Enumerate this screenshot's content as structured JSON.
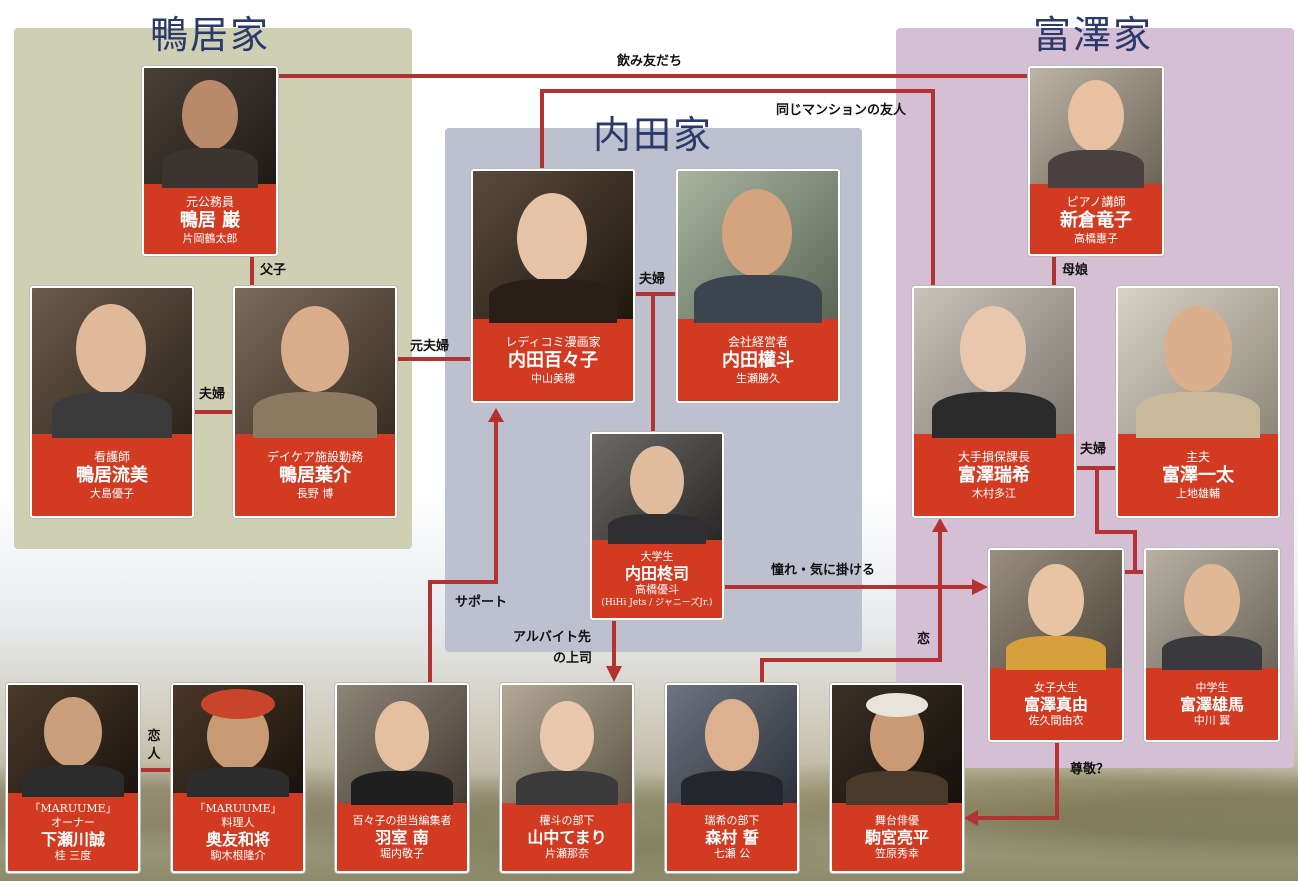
{
  "families": {
    "kamoi": {
      "title": "鴨居家",
      "color": "#cfcfb4"
    },
    "uchida": {
      "title": "内田家",
      "color": "#bcc0cf"
    },
    "tomizawa": {
      "title": "富澤家",
      "color": "#d4bfd4"
    }
  },
  "characters": {
    "iwao": {
      "role": "元公務員",
      "name": "鴨居 巌",
      "actor": "片岡鶴太郎"
    },
    "rumi": {
      "role": "看護師",
      "name": "鴨居流美",
      "actor": "大島優子"
    },
    "yosuke": {
      "role": "デイケア施設勤務",
      "name": "鴨居葉介",
      "actor": "長野 博"
    },
    "momoko": {
      "role": "レディコミ漫画家",
      "name": "内田百々子",
      "actor": "中山美穂"
    },
    "kento": {
      "role": "会社経営者",
      "name": "内田權斗",
      "actor": "生瀬勝久"
    },
    "shuji": {
      "role": "大学生",
      "name": "内田柊司",
      "actor": "高橋優斗",
      "actor_note": "(HiHi Jets / ジャニーズJr.)"
    },
    "ryuko": {
      "role": "ピアノ講師",
      "name": "新倉竜子",
      "actor": "高橋惠子"
    },
    "mizuki": {
      "role": "大手損保課長",
      "name": "富澤瑞希",
      "actor": "木村多江"
    },
    "ichita": {
      "role": "主夫",
      "name": "富澤一太",
      "actor": "上地雄輔"
    },
    "mayu": {
      "role": "女子大生",
      "name": "富澤真由",
      "actor": "佐久間由衣"
    },
    "yuma": {
      "role": "中学生",
      "name": "富澤雄馬",
      "actor": "中川 翼"
    },
    "shimosegawa": {
      "role": "「MARUUME」",
      "role2": "オーナー",
      "name": "下瀬川誠",
      "actor": "桂 三度"
    },
    "okutomo": {
      "role": "「MARUUME」",
      "role2": "料理人",
      "name": "奥友和将",
      "actor": "駒木根隆介"
    },
    "hamuro": {
      "role": "百々子の担当編集者",
      "name": "羽室 南",
      "actor": "堀内敬子"
    },
    "yamanaka": {
      "role": "權斗の部下",
      "name": "山中てまり",
      "actor": "片瀬那奈"
    },
    "morimura": {
      "role": "瑞希の部下",
      "name": "森村 誓",
      "actor": "七瀬 公"
    },
    "komamiya": {
      "role": "舞台俳優",
      "name": "駒宮亮平",
      "actor": "笠原秀幸"
    }
  },
  "relations": {
    "drinking_friends": "飲み友だち",
    "same_mansion": "同じマンションの友人",
    "father_son": "父子",
    "couple1": "夫婦",
    "ex_couple": "元夫婦",
    "couple2": "夫婦",
    "mother_daughter": "母娘",
    "couple3": "夫婦",
    "admire": "憧れ・気に掛ける",
    "support": "サポート",
    "part_time_boss": "アルバイト先",
    "part_time_boss2": "の上司",
    "love": "恋",
    "lovers": "恋人",
    "respect": "尊敬？"
  },
  "colors": {
    "accent": "#d23b22",
    "line": "#b33232",
    "title": "#2b3a6b"
  }
}
